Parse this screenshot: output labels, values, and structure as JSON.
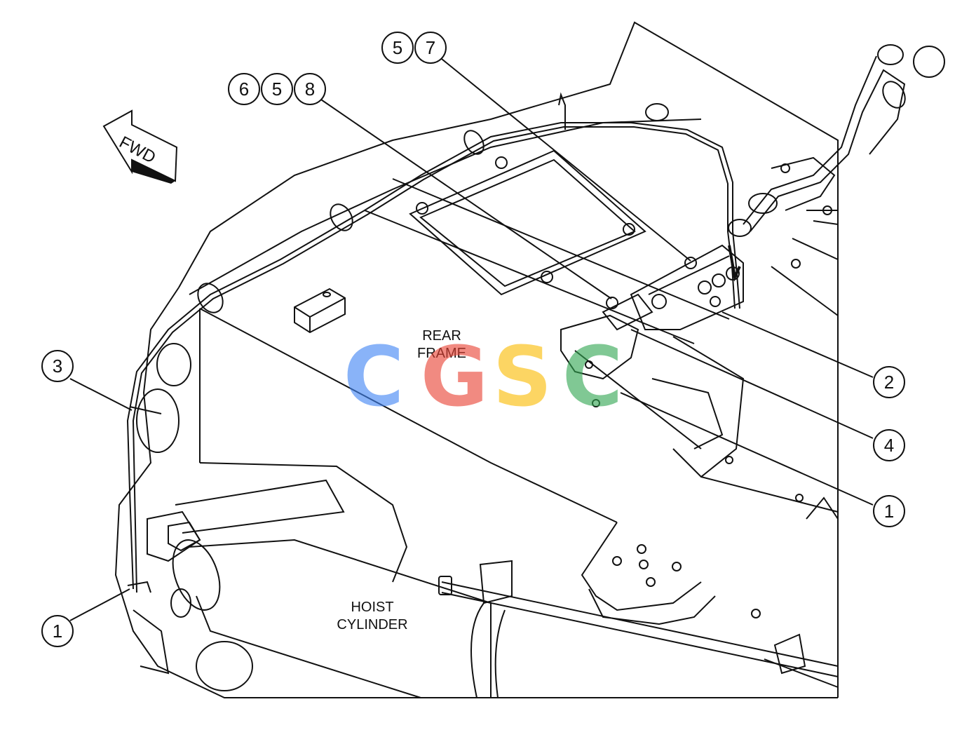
{
  "fwd_label": "FWD",
  "labels": {
    "rear_frame_line1": "REAR",
    "rear_frame_line2": "FRAME",
    "hoist_line1": "HOIST",
    "hoist_line2": "CYLINDER"
  },
  "watermark": {
    "text": "CGSC",
    "letters": [
      "C",
      "G",
      "S",
      "C"
    ],
    "colors": [
      "#4285f4",
      "#ea4335",
      "#fbbc05",
      "#34a853"
    ]
  },
  "callouts": {
    "group_57": [
      "5",
      "7"
    ],
    "group_658": [
      "6",
      "5",
      "8"
    ],
    "c3": "3",
    "c1_left": "1",
    "c2": "2",
    "c4": "4",
    "c1_right": "1"
  }
}
